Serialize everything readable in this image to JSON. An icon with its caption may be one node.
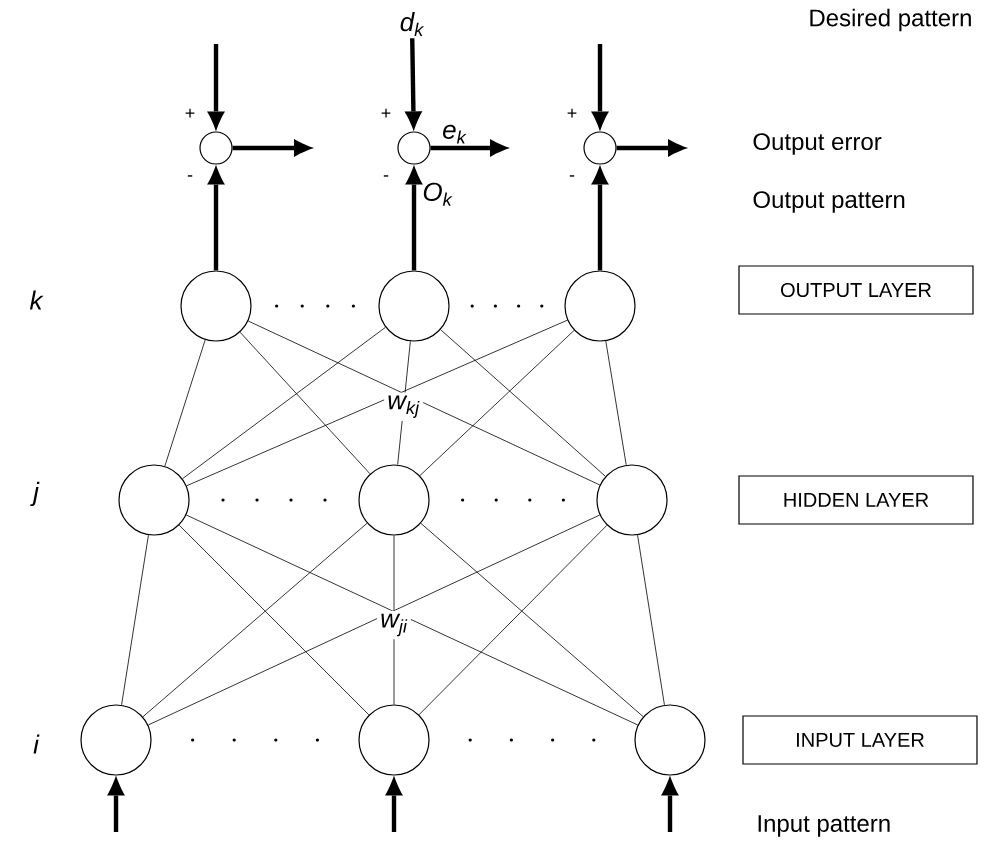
{
  "diagram": {
    "nodes": [
      {
        "text": [],
        "shape": "circle"
      },
      {
        "text": [],
        "shape": "circle"
      },
      {
        "text": [],
        "shape": "circle"
      },
      {
        "text": [],
        "shape": "circle"
      },
      {
        "text": [],
        "shape": "circle"
      },
      {
        "text": [],
        "shape": "circle"
      },
      {
        "text": [],
        "shape": "circle"
      },
      {
        "text": [],
        "shape": "circle"
      },
      {
        "text": [],
        "shape": "circle"
      },
      {
        "text": [],
        "shape": "circle"
      },
      {
        "text": [],
        "shape": "circle"
      },
      {
        "text": [],
        "shape": "circle"
      },
      {
        "text": [
          "OUTPUT LAYER"
        ]
      },
      {
        "text": [
          "HIDDEN LAYER"
        ]
      },
      {
        "text": [
          "INPUT LAYER"
        ]
      },
      {
        "text": [
          "d$_{k}$"
        ]
      }
    ],
    "edges": [
      {
        "from": null,
        "to": 0,
        "arrow": "to",
        "style": "thick"
      },
      {
        "from": 15,
        "to": 1,
        "arrow": "to",
        "style": "thick"
      },
      {
        "from": null,
        "to": 2,
        "arrow": "to",
        "style": "thick"
      },
      {
        "from": 3,
        "to": 0,
        "arrow": "to",
        "style": "thick"
      },
      {
        "from": 4,
        "to": 1,
        "arrow": "to",
        "style": "thick",
        "label": "O$_{k}$"
      },
      {
        "from": 5,
        "to": 2,
        "arrow": "to",
        "style": "thick"
      },
      {
        "from": 0,
        "to": null,
        "arrow": "to",
        "style": "thick"
      },
      {
        "from": 1,
        "to": null,
        "arrow": "to",
        "style": "thick",
        "label": "e$_{k}$"
      },
      {
        "from": 2,
        "to": null,
        "arrow": "to",
        "style": "thick"
      },
      {
        "from": 6,
        "to": 3,
        "arrow": "none"
      },
      {
        "from": 6,
        "to": 4,
        "arrow": "none"
      },
      {
        "from": 6,
        "to": 5,
        "arrow": "none"
      },
      {
        "from": 7,
        "to": 3,
        "arrow": "none"
      },
      {
        "from": 7,
        "to": 4,
        "arrow": "none",
        "label": "w$_{kj}$"
      },
      {
        "from": 7,
        "to": 5,
        "arrow": "none"
      },
      {
        "from": 8,
        "to": 3,
        "arrow": "none"
      },
      {
        "from": 8,
        "to": 4,
        "arrow": "none"
      },
      {
        "from": 8,
        "to": 5,
        "arrow": "none"
      },
      {
        "from": 9,
        "to": 6,
        "arrow": "none"
      },
      {
        "from": 9,
        "to": 7,
        "arrow": "none"
      },
      {
        "from": 9,
        "to": 8,
        "arrow": "none"
      },
      {
        "from": 10,
        "to": 6,
        "arrow": "none"
      },
      {
        "from": 10,
        "to": 7,
        "arrow": "none",
        "label": "w$_{ji}$"
      },
      {
        "from": 10,
        "to": 8,
        "arrow": "none"
      },
      {
        "from": 11,
        "to": 6,
        "arrow": "none"
      },
      {
        "from": 11,
        "to": 7,
        "arrow": "none"
      },
      {
        "from": 11,
        "to": 8,
        "arrow": "none"
      },
      {
        "from": null,
        "to": 9,
        "arrow": "to",
        "style": "thick"
      },
      {
        "from": null,
        "to": 10,
        "arrow": "to",
        "style": "thick"
      },
      {
        "from": null,
        "to": 11,
        "arrow": "to",
        "style": "thick"
      }
    ],
    "labels": [
      "Desired pattern",
      "+",
      "+",
      "+",
      "Output error",
      "-",
      "-",
      "-",
      "Output pattern",
      "k",
      "j",
      "i",
      "Input pattern"
    ]
  }
}
